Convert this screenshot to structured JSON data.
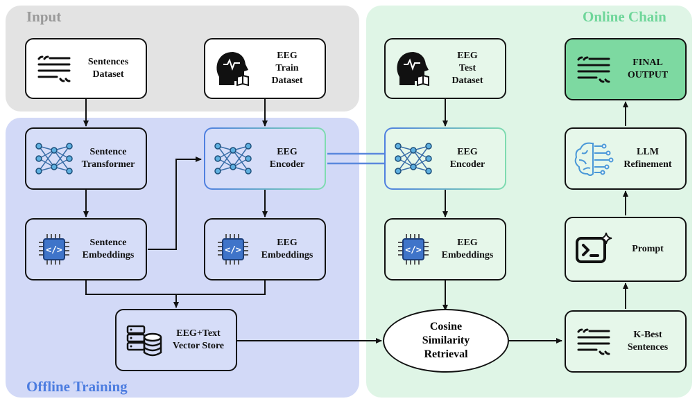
{
  "regions": {
    "input": {
      "title": "Input",
      "color": "#e3e3e3",
      "title_color": "#999999"
    },
    "offline": {
      "title": "Offline Training",
      "color": "#d2d9f7",
      "title_color": "#4d7de0"
    },
    "online": {
      "title": "Online Chain",
      "color": "#dff5e6",
      "title_color": "#6fd69a"
    }
  },
  "nodes": {
    "sentences_dataset": {
      "line1": "Sentences",
      "line2": "Dataset",
      "icon": "quote-lines-icon"
    },
    "eeg_train": {
      "line1": "EEG",
      "line2": "Train",
      "line3": "Dataset",
      "icon": "head-reading-icon"
    },
    "sentence_transformer": {
      "line1": "Sentence",
      "line2": "Transformer",
      "icon": "neural-network-icon"
    },
    "eeg_encoder_off": {
      "line1": "EEG",
      "line2": "Encoder",
      "icon": "neural-network-icon"
    },
    "sentence_embeddings": {
      "line1": "Sentence",
      "line2": "Embeddings",
      "icon": "chip-icon"
    },
    "eeg_embeddings_off": {
      "line1": "EEG",
      "line2": "Embeddings",
      "icon": "chip-icon"
    },
    "vector_store": {
      "line1": "EEG+Text",
      "line2": "Vector Store",
      "icon": "database-server-icon"
    },
    "eeg_test": {
      "line1": "EEG",
      "line2": "Test",
      "line3": "Dataset",
      "icon": "head-reading-icon"
    },
    "eeg_encoder_on": {
      "line1": "EEG",
      "line2": "Encoder",
      "icon": "neural-network-icon"
    },
    "eeg_embeddings_on": {
      "line1": "EEG",
      "line2": "Embeddings",
      "icon": "chip-icon"
    },
    "cosine": {
      "line1": "Cosine",
      "line2": "Similarity",
      "line3": "Retrieval"
    },
    "k_best": {
      "line1": "K-Best",
      "line2": "Sentences",
      "icon": "quote-lines-icon"
    },
    "prompt": {
      "line1": "Prompt",
      "icon": "terminal-sparkle-icon"
    },
    "llm": {
      "line1": "LLM",
      "line2": "Refinement",
      "icon": "brain-circuit-icon"
    },
    "final": {
      "line1": "FINAL",
      "line2": "OUTPUT",
      "icon": "quote-lines-icon",
      "color": "#7dd9a1"
    }
  }
}
